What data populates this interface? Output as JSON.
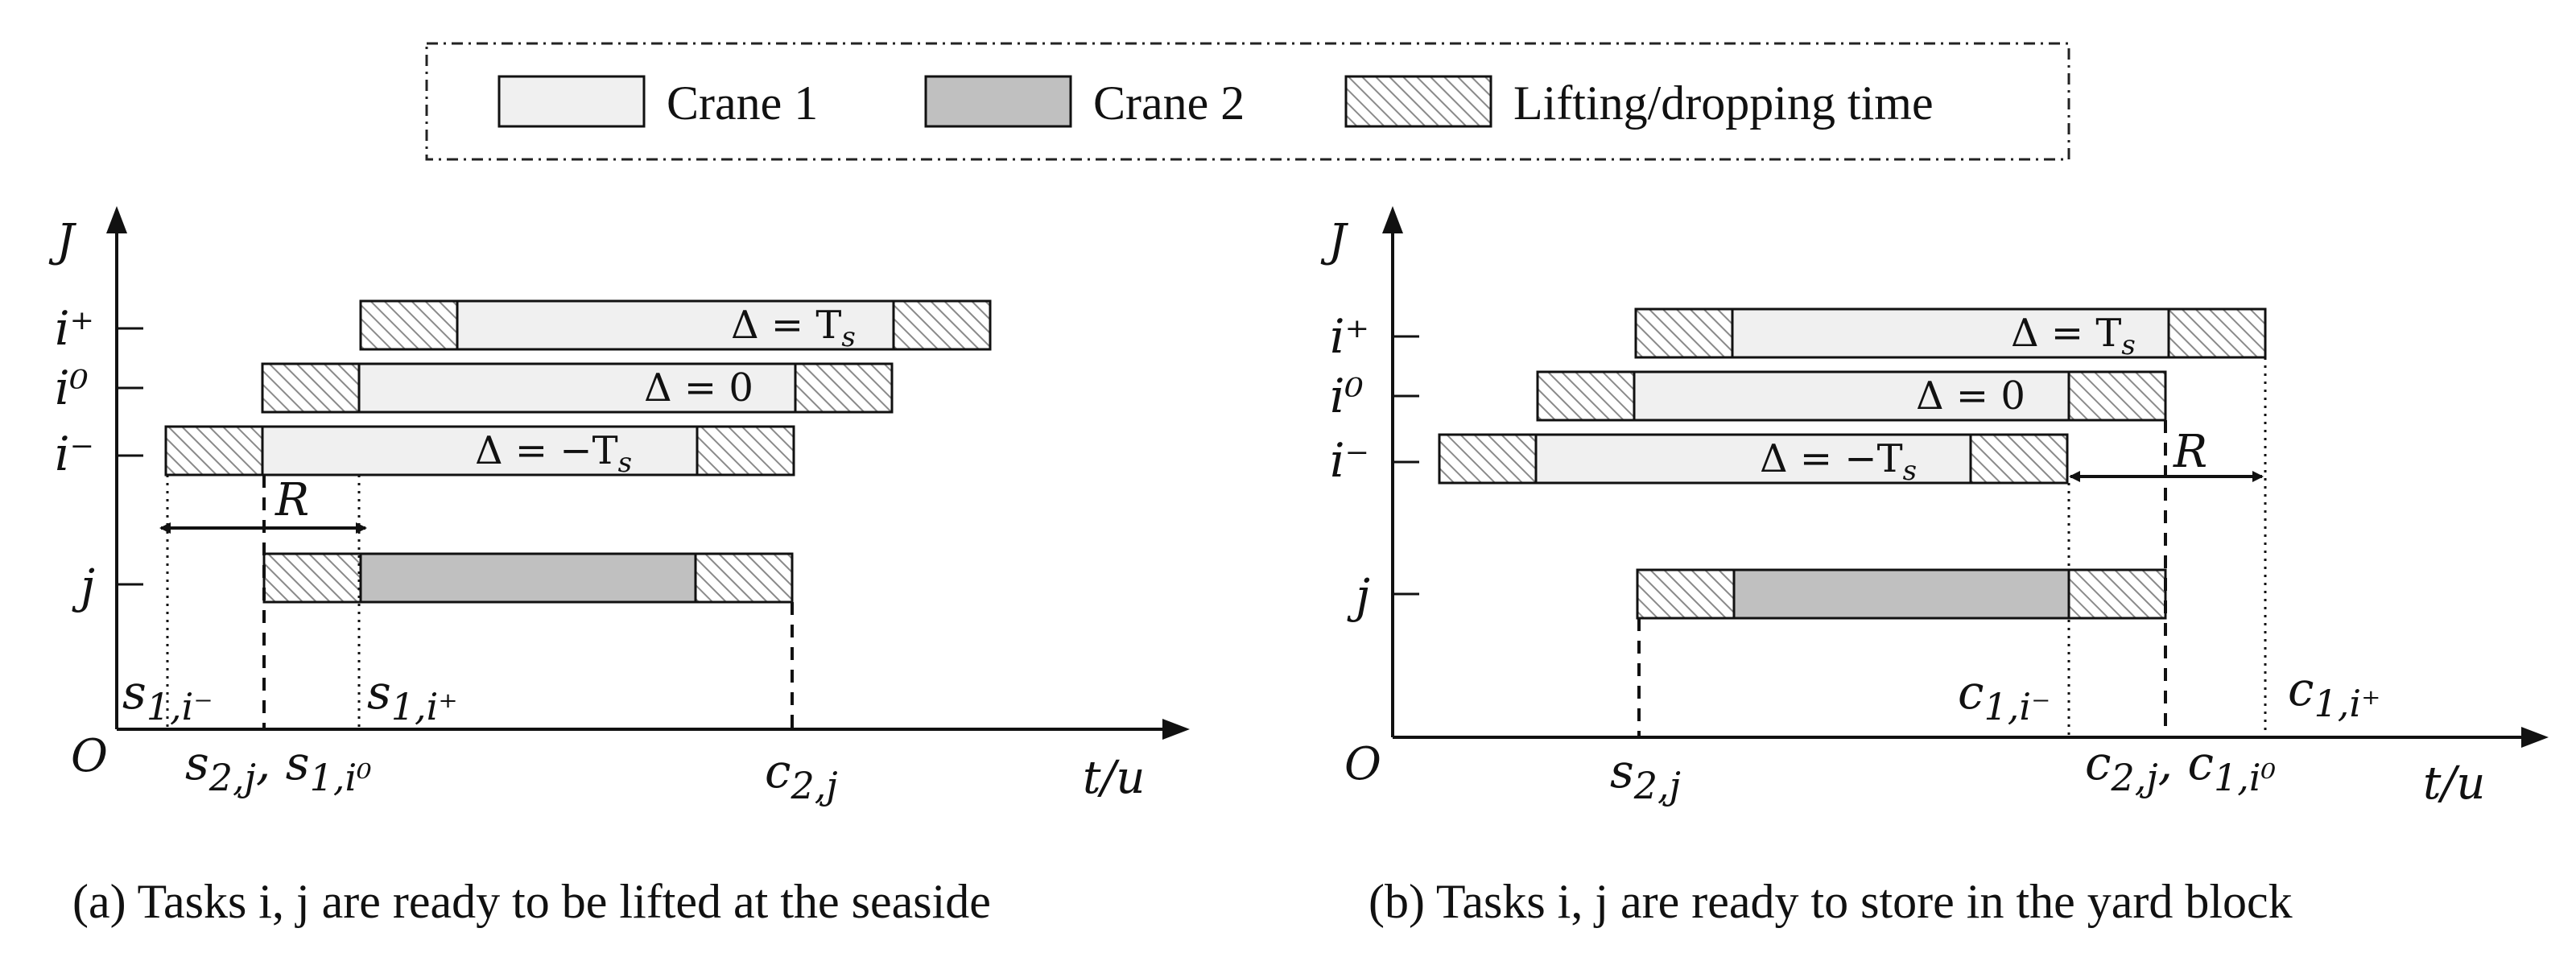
{
  "legend": {
    "crane1": "Crane 1",
    "crane2": "Crane 2",
    "lifting": "Lifting/dropping time"
  },
  "colors": {
    "crane1": "#f0f0f0",
    "crane2": "#c0c0c0",
    "stroke": "#111111"
  },
  "panel_a": {
    "y_axis": "J",
    "x_axis": "t/u",
    "origin": "O",
    "rows": [
      "i⁺",
      "i⁰",
      "i⁻",
      "j"
    ],
    "deltas": [
      "Δ = T",
      "Δ = 0",
      "Δ = −T"
    ],
    "delta_sub": "s",
    "range_label": "R",
    "labels": {
      "s1_iminus": "s",
      "s1_iminus_sub": "1,i⁻",
      "s1_iplus": "s",
      "s1_iplus_sub": "1,i⁺",
      "s2j": "s",
      "s2j_sub": "2,j",
      "s1_i0": "s",
      "s1_i0_sub": "1,i⁰",
      "c2j": "c",
      "c2j_sub": "2,j"
    },
    "caption": "(a) Tasks i, j are ready to be lifted at the seaside"
  },
  "panel_b": {
    "y_axis": "J",
    "x_axis": "t/u",
    "origin": "O",
    "rows": [
      "i⁺",
      "i⁰",
      "i⁻",
      "j"
    ],
    "deltas": [
      "Δ = T",
      "Δ = 0",
      "Δ = −T"
    ],
    "delta_sub": "s",
    "range_label": "R",
    "labels": {
      "s2j": "s",
      "s2j_sub": "2,j",
      "c1_iminus": "c",
      "c1_iminus_sub": "1,i⁻",
      "c1_iplus": "c",
      "c1_iplus_sub": "1,i⁺",
      "c2j": "c",
      "c2j_sub": "2,j",
      "c1_i0": "c",
      "c1_i0_sub": "1,i⁰"
    },
    "caption": "(b) Tasks i, j are ready to store in the yard block"
  }
}
